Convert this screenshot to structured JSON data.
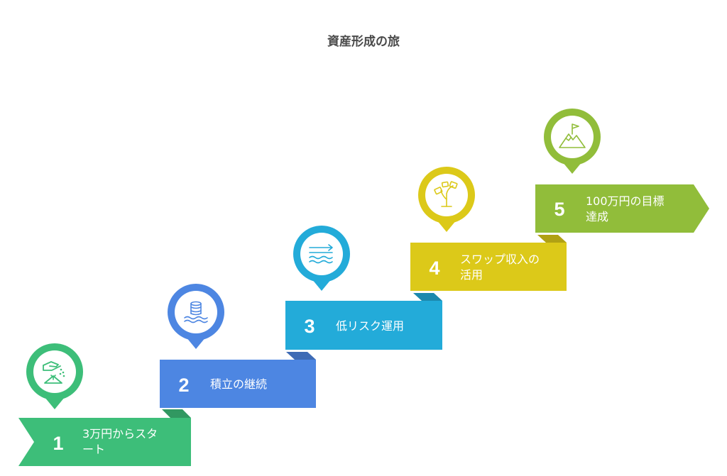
{
  "title": "資産形成の旅",
  "colors": {
    "step1": "#3dbe79",
    "step2": "#4d86e2",
    "step3": "#23abd9",
    "step4": "#dcc919",
    "step5": "#91bd3a"
  },
  "steps": [
    {
      "number": "1",
      "label_lines": [
        "3万円からスタ",
        "ート"
      ],
      "icon": "hand-seeding-icon"
    },
    {
      "number": "2",
      "label_lines": [
        "積立の継続"
      ],
      "icon": "coin-stack-water-icon"
    },
    {
      "number": "3",
      "label_lines": [
        "低リスク運用"
      ],
      "icon": "waves-arrow-icon"
    },
    {
      "number": "4",
      "label_lines": [
        "スワップ収入の",
        "活用"
      ],
      "icon": "growing-plant-icon"
    },
    {
      "number": "5",
      "label_lines": [
        "100万円の目標",
        "達成"
      ],
      "icon": "mountain-flag-icon"
    }
  ]
}
